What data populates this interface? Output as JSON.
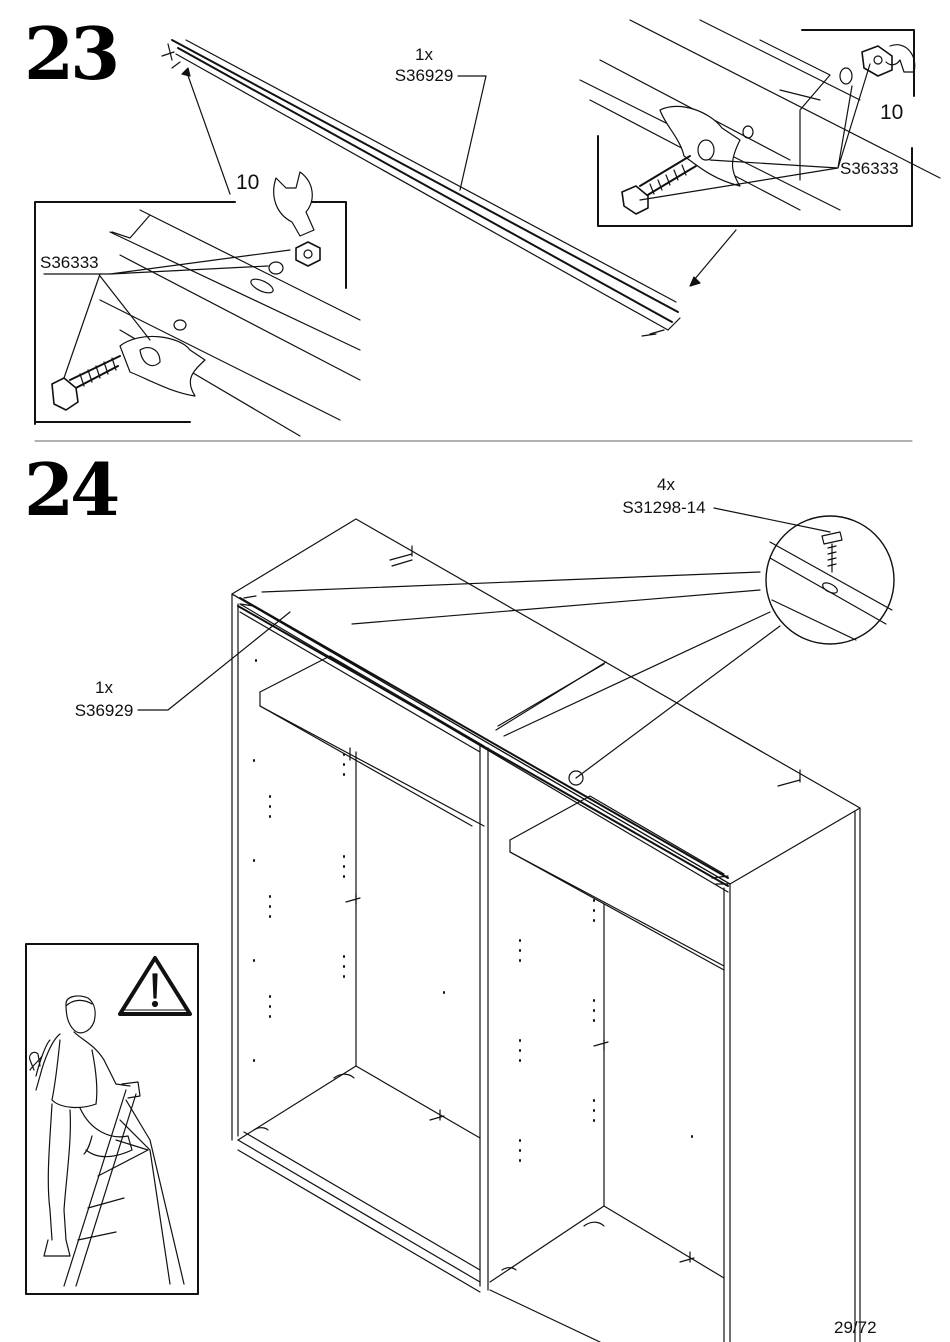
{
  "steps": [
    {
      "number": "23",
      "rail_qty": "1x",
      "rail_code": "S36929",
      "bolt_code_left": "S36333",
      "bolt_code_right": "S36333",
      "wrench_size_left": "10",
      "wrench_size_right": "10"
    },
    {
      "number": "24",
      "screw_qty": "4x",
      "screw_code": "S31298-14",
      "rail_qty": "1x",
      "rail_code": "S36929"
    }
  ],
  "icons": [
    "warning-triangle-icon",
    "man-on-stepladder-illustration",
    "wrench-icon",
    "nut-icon",
    "washer-icon",
    "bolt-icon",
    "screw-icon"
  ],
  "page_number": "29/72"
}
